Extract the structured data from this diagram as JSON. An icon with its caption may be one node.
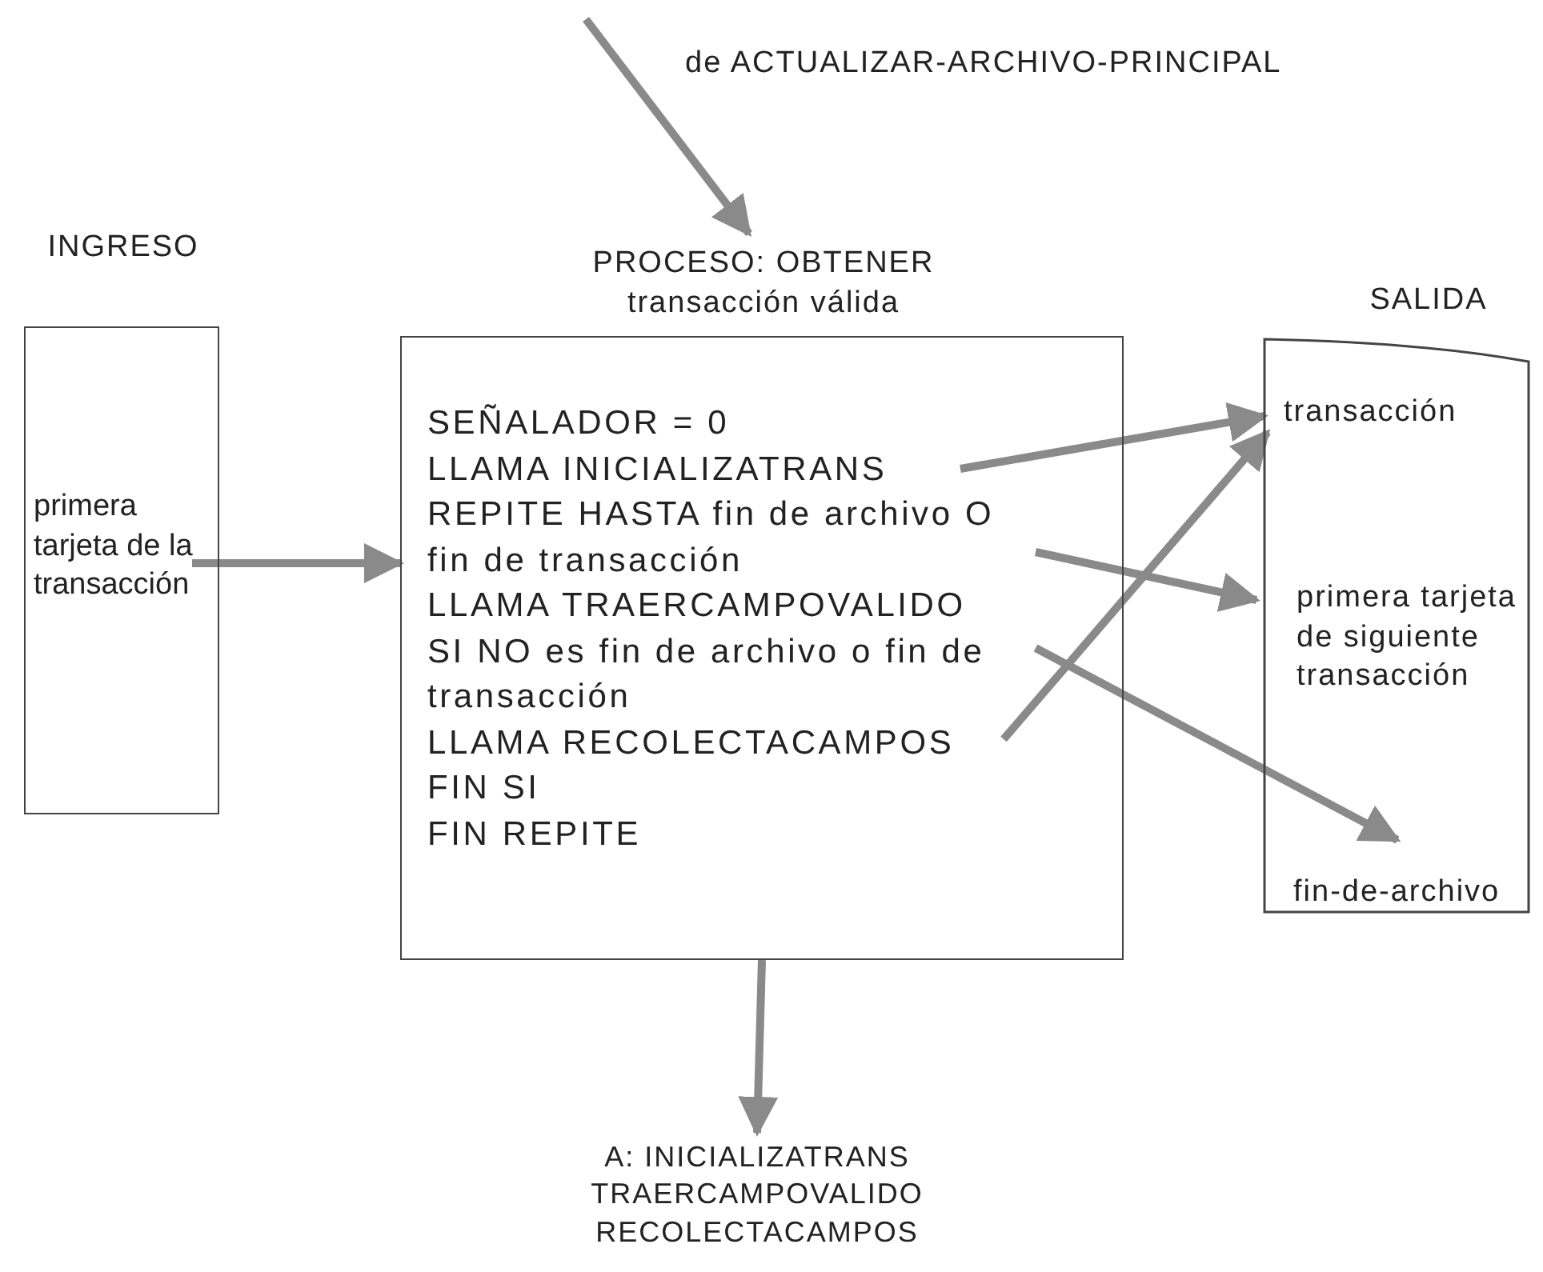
{
  "diagram": {
    "nodes": [
      {
        "text": [
          "INGRESO"
        ]
      },
      {
        "text": [
          "primera tarjeta de la transacción"
        ],
        "in": 0
      },
      {
        "text": [
          "PROCESO: OBTENER transacción válida",
          "SEÑALADOR = 0",
          "LLAMA INICIALIZATRANS",
          "REPITE HASTA fin de archivo O fin de transacción",
          "LLAMA TRAERCAMPOVALIDO",
          "SI NO es fin de archivo o fin de transacción",
          "LLAMA RECOLECTACAMPOS",
          "FIN SI",
          "FIN REPITE"
        ]
      },
      {
        "text": [
          "SALIDA"
        ]
      },
      {
        "text": [
          "transacción"
        ],
        "in": 3
      },
      {
        "text": [
          "primera tarjeta de siguiente transacción"
        ],
        "in": 3
      },
      {
        "text": [
          "fin-de-archivo"
        ],
        "in": 3
      },
      {
        "text": [
          "A: INICIALIZATRANS TRAERCAMPOVALIDO RECOLECTACAMPOS"
        ]
      }
    ],
    "edges": [
      {
        "from": null,
        "to": 2,
        "arrow": "to",
        "label": "de ACTUALIZAR-ARCHIVO-PRINCIPAL"
      },
      {
        "from": 1,
        "to": 2,
        "arrow": "to"
      },
      {
        "from": 2,
        "to": 4,
        "arrow": "to"
      },
      {
        "from": 2,
        "to": 5,
        "arrow": "to"
      },
      {
        "from": 2,
        "to": 6,
        "arrow": "to"
      },
      {
        "from": 2,
        "to": 4,
        "arrow": "to"
      },
      {
        "from": 2,
        "to": 7,
        "arrow": "to"
      }
    ]
  }
}
